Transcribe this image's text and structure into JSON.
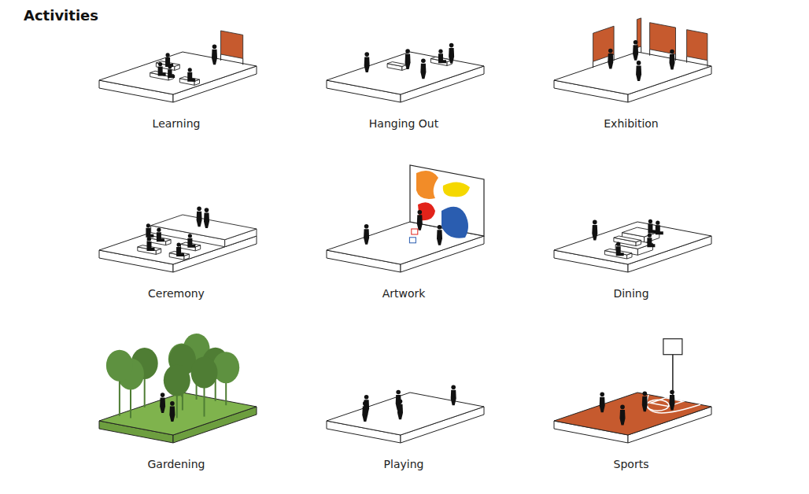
{
  "diagram": {
    "title": "Activities",
    "labels": [
      "Learning",
      "Hanging Out",
      "Exhibition",
      "Ceremony",
      "Artwork",
      "Dining",
      "Gardening",
      "Playing",
      "Sports"
    ]
  }
}
